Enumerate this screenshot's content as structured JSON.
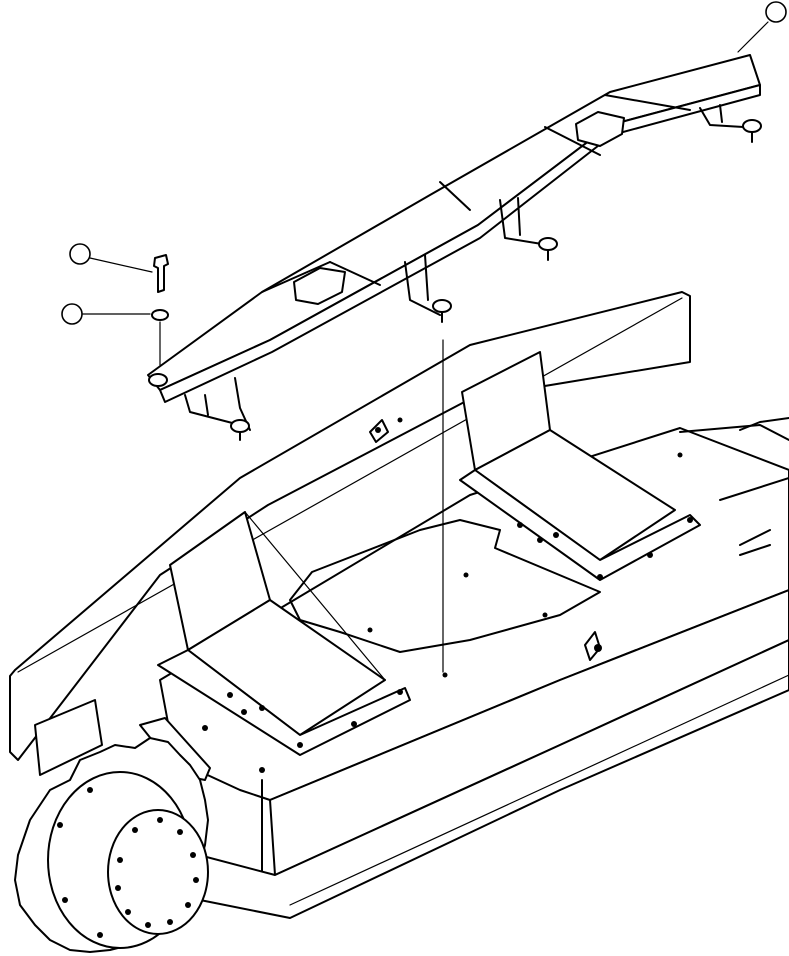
{
  "diagram": {
    "callouts": [
      {
        "id": "callout-top-right",
        "label": ""
      },
      {
        "id": "callout-bolt",
        "label": ""
      },
      {
        "id": "callout-washer",
        "label": ""
      }
    ]
  }
}
